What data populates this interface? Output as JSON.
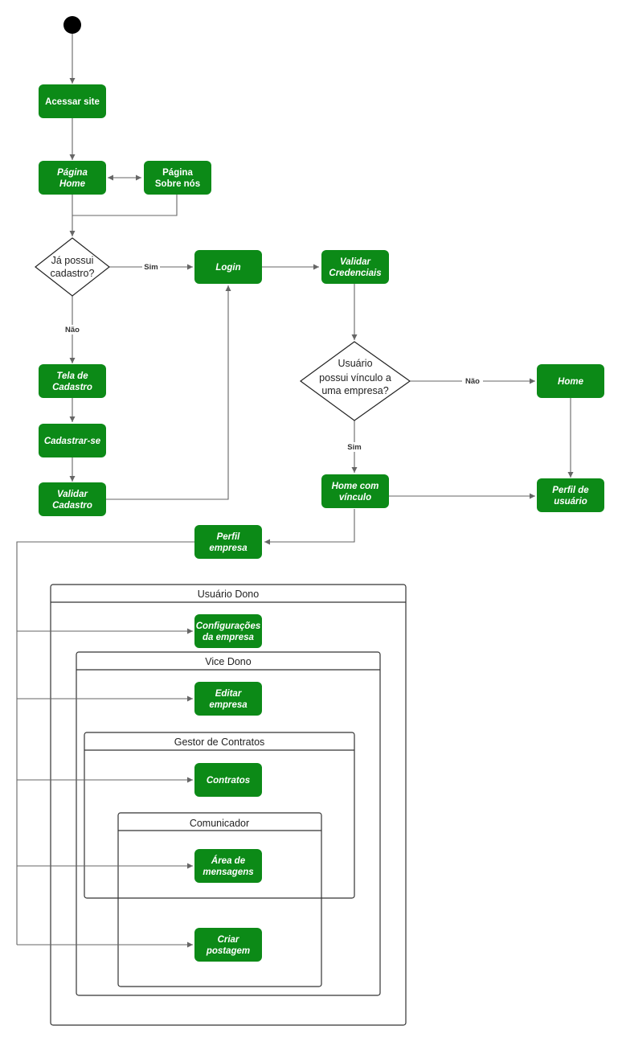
{
  "colors": {
    "node_fill": "#0c8a17",
    "node_text": "#ffffff",
    "edge": "#666666",
    "border": "#333333"
  },
  "nodes": {
    "acessar_site": {
      "lines": [
        "Acessar site"
      ],
      "italic": false
    },
    "pagina_home": {
      "lines": [
        "Página",
        "Home"
      ],
      "italic": true
    },
    "pagina_sobre": {
      "lines": [
        "Página",
        "Sobre nós"
      ],
      "italic": false
    },
    "login": {
      "lines": [
        "Login"
      ],
      "italic": true
    },
    "validar_cred": {
      "lines": [
        "Validar",
        "Credenciais"
      ],
      "italic": true
    },
    "tela_cadastro": {
      "lines": [
        "Tela de",
        "Cadastro"
      ],
      "italic": true
    },
    "cadastrar_se": {
      "lines": [
        "Cadastrar-se"
      ],
      "italic": true
    },
    "validar_cadastro": {
      "lines": [
        "Validar",
        "Cadastro"
      ],
      "italic": true
    },
    "home": {
      "lines": [
        "Home"
      ],
      "italic": true
    },
    "home_vinculo": {
      "lines": [
        "Home com",
        "vínculo"
      ],
      "italic": true
    },
    "perfil_usuario": {
      "lines": [
        "Perfil de",
        "usuário"
      ],
      "italic": true
    },
    "perfil_empresa": {
      "lines": [
        "Perfil",
        "empresa"
      ],
      "italic": true
    },
    "config_empresa": {
      "lines": [
        "Configurações",
        "da empresa"
      ],
      "italic": true
    },
    "editar_empresa": {
      "lines": [
        "Editar",
        "empresa"
      ],
      "italic": true
    },
    "contratos": {
      "lines": [
        "Contratos"
      ],
      "italic": true
    },
    "area_mensagens": {
      "lines": [
        "Área de",
        "mensagens"
      ],
      "italic": true
    },
    "criar_postagem": {
      "lines": [
        "Criar",
        "postagem"
      ],
      "italic": true
    }
  },
  "decisions": {
    "ja_possui": {
      "lines": [
        "Já possui",
        "cadastro?"
      ]
    },
    "possui_vinculo": {
      "lines": [
        "Usuário",
        "possui vínculo a",
        "uma empresa?"
      ]
    }
  },
  "edge_labels": {
    "sim_1": "Sim",
    "nao_1": "Não",
    "nao_2": "Não",
    "sim_2": "Sim"
  },
  "swimlanes": {
    "usuario_dono": "Usuário Dono",
    "vice_dono": "Vice Dono",
    "gestor": "Gestor de Contratos",
    "comunicador": "Comunicador"
  }
}
